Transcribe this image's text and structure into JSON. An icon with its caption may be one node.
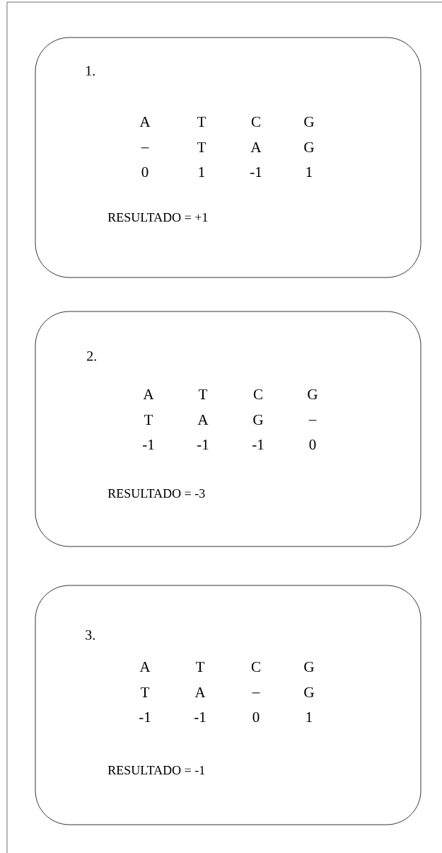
{
  "diagram": {
    "nodes": [
      {
        "text": [
          "1.",
          "A",
          "T",
          "C",
          "G",
          "_",
          "T",
          "A",
          "G",
          "0",
          "1",
          "-1",
          "1",
          "RESULTADO = +1"
        ]
      },
      {
        "text": [
          "2.",
          "A",
          "T",
          "C",
          "G",
          "T",
          "A",
          "G",
          "_",
          "-1",
          "-1",
          "-1",
          "0",
          "RESULTADO = -3"
        ]
      },
      {
        "text": [
          "3.",
          "A",
          "T",
          "C",
          "G",
          "T",
          "A",
          "_",
          "G",
          "-1",
          "-1",
          "0",
          "1",
          "RESULTADO = -1"
        ]
      }
    ]
  }
}
